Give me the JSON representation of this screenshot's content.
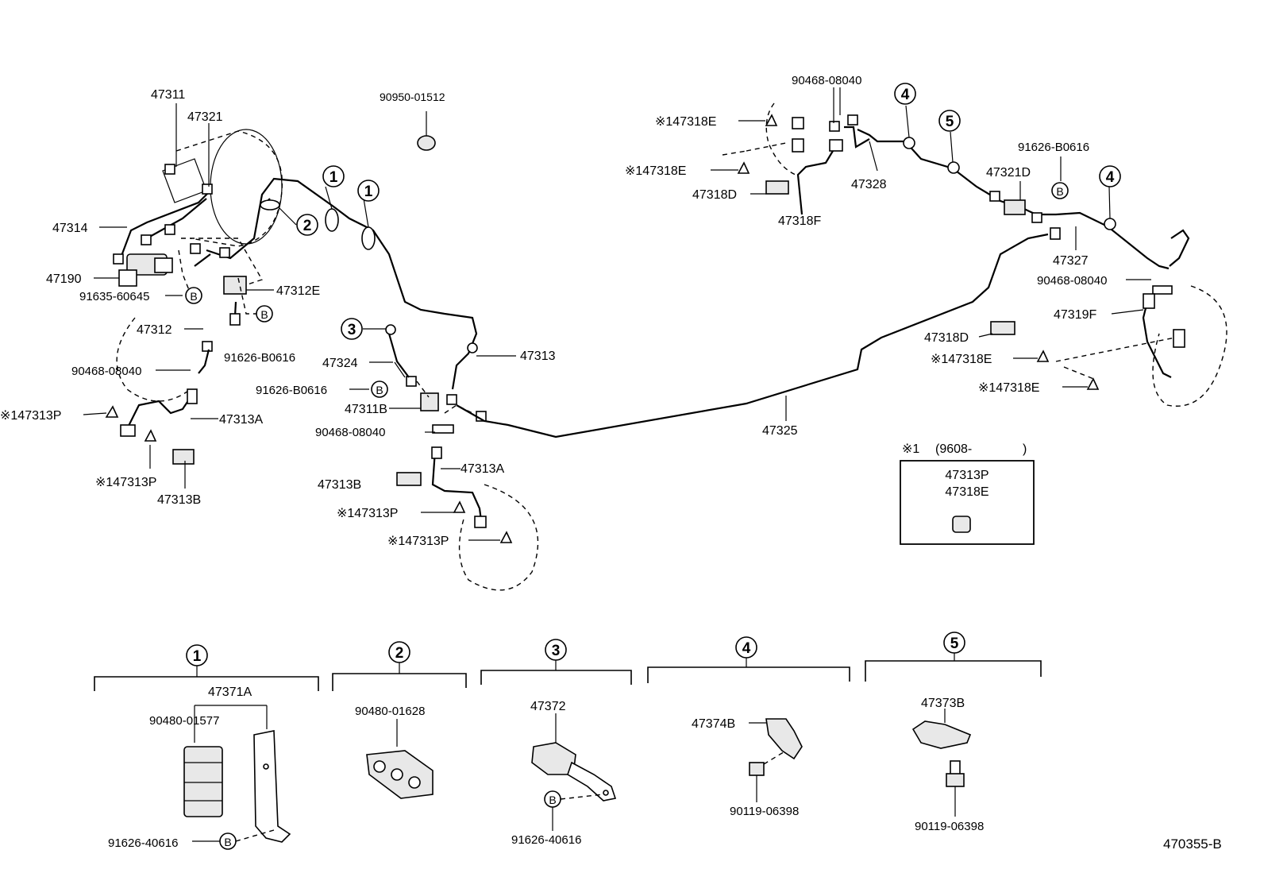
{
  "diagram_code": "470355-B",
  "callouts": {
    "c1": "1",
    "c2": "2",
    "c3": "3",
    "c4": "4",
    "c5": "5",
    "B": "B"
  },
  "labels": {
    "p47311": "47311",
    "p47321": "47321",
    "p90950_01512": "90950-01512",
    "p47314": "47314",
    "p47190": "47190",
    "p91635_60645": "91635-60645",
    "p47312E": "47312E",
    "p47312": "47312",
    "p91626_B0616_a": "91626-B0616",
    "p90468_08040_a": "90468-08040",
    "p147313P_a": "※147313P",
    "p47313A_a": "47313A",
    "p147313P_b": "※147313P",
    "p47313B_a": "47313B",
    "p47324": "47324",
    "p47313": "47313",
    "p91626_B0616_b": "91626-B0616",
    "p47311B": "47311B",
    "p90468_08040_b": "90468-08040",
    "p47313A_b": "47313A",
    "p47313B_b": "47313B",
    "p147313P_c": "※147313P",
    "p147313P_d": "※147313P",
    "p47325": "47325",
    "p90468_08040_c": "90468-08040",
    "p147318E_a": "※147318E",
    "p147318E_b": "※147318E",
    "p47318D_a": "47318D",
    "p47318F": "47318F",
    "p47328": "47328",
    "p91626_B0616_c": "91626-B0616",
    "p47321D": "47321D",
    "p47327": "47327",
    "p90468_08040_d": "90468-08040",
    "p47319F": "47319F",
    "p47318D_b": "47318D",
    "p147318E_c": "※147318E",
    "p147318E_d": "※147318E"
  },
  "note_box": {
    "header_mark": "※1",
    "header_range": "(9608-",
    "header_close": ")",
    "line1": "47313P",
    "line2": "47318E"
  },
  "detail_groups": {
    "g1_part_a": "47371A",
    "g1_part_b": "90480-01577",
    "g1_part_c": "91626-40616",
    "g2_part_a": "90480-01628",
    "g3_part_a": "47372",
    "g3_part_b": "91626-40616",
    "g4_part_a": "47374B",
    "g4_part_b": "90119-06398",
    "g5_part_a": "47373B",
    "g5_part_b": "90119-06398"
  }
}
